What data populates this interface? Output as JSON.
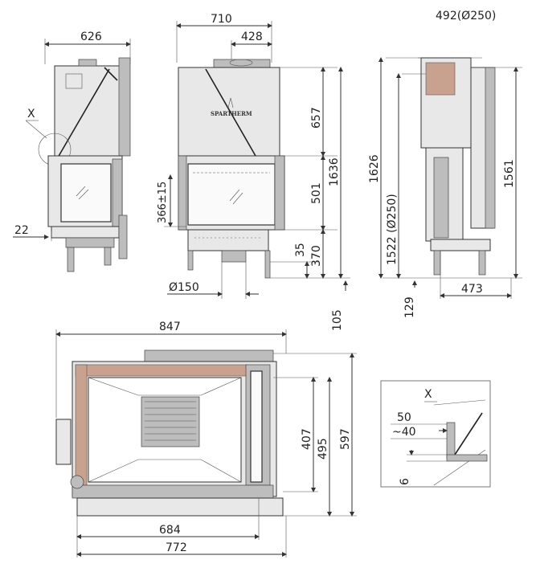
{
  "brand": "SPARTHERM",
  "detail_label": "X",
  "front_view": {
    "width": "626",
    "detail_marker": "X",
    "offset": "22"
  },
  "center_view": {
    "width": "710",
    "half_width": "428",
    "upper_height": "657",
    "glass_height": "501",
    "total_height": "1636",
    "door_height": "366±15",
    "bottom_gap": "35",
    "base_height": "370",
    "duct_diameter": "Ø150",
    "foot_height": "105"
  },
  "side_view": {
    "top_label": "492(Ø250)",
    "total_height": "1626",
    "duct_height": "1522 (Ø250)",
    "right_height": "1561",
    "depth": "473",
    "foot": "129"
  },
  "plan_view": {
    "total_width": "847",
    "inner_width": "684",
    "outer_width": "772",
    "depth_1": "407",
    "depth_2": "495",
    "depth_3": "597"
  },
  "detail_view": {
    "label": "X",
    "dim_1": "50",
    "dim_2": "~40",
    "dim_3": "6"
  }
}
